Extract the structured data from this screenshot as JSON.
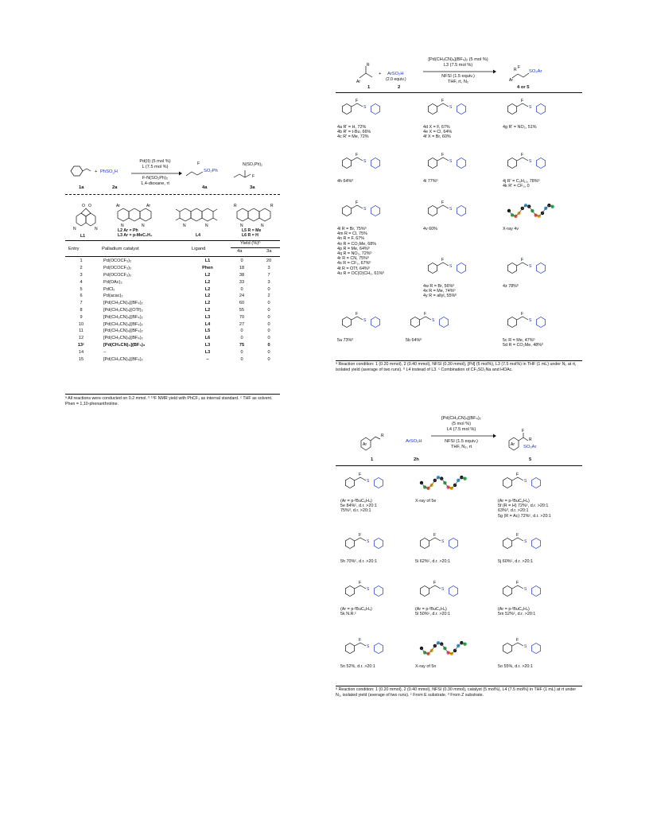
{
  "table1": {
    "reagent_ph": "PhSO",
    "reagent_ph_sub": "2",
    "reagent_ph_tail": "H",
    "label_1a": "1a",
    "label_2a": "2a",
    "label_4a": "4a",
    "label_3a": "3a",
    "cond_line1": "Pd(II) (5 mol %)",
    "cond_line2": "L (7.5 mol %)",
    "cond_line3": "F-N(SO₂Ph)₂",
    "cond_line4": "1,4-dioxane, rt",
    "prod_F": "F",
    "prod_SO2Ph": "SO₂Ph",
    "prod_3a_top": "N(SO₂Ph)₂",
    "prod_3a_F": "F",
    "ligand_labels": {
      "L1": "L1",
      "L2": "L2 Ar = Ph",
      "L3": "L3 Ar = p-MeC₆H₄",
      "L4": "L4",
      "L5": "L5 R = Me",
      "L6": "L6 R = H"
    },
    "header_entry": "Entry",
    "header_catalyst": "Palladium catalyst",
    "header_ligand": "Ligand",
    "header_yield": "Yield (%)ᵇ",
    "header_4a": "4a",
    "header_3a": "3a",
    "rows": [
      {
        "entry": "1",
        "cat": "Pd(OCOCF₃)₂",
        "lig": "L1",
        "y4a": "0",
        "y3a": "20",
        "bold": false
      },
      {
        "entry": "2",
        "cat": "Pd(OCOCF₃)₂",
        "lig": "Phen",
        "y4a": "18",
        "y3a": "3",
        "bold": false
      },
      {
        "entry": "3",
        "cat": "Pd(OCOCF₃)₂",
        "lig": "L2",
        "y4a": "38",
        "y3a": "7",
        "bold": false
      },
      {
        "entry": "4",
        "cat": "Pd(OAc)₂",
        "lig": "L2",
        "y4a": "33",
        "y3a": "3",
        "bold": false
      },
      {
        "entry": "5",
        "cat": "PdCl₂",
        "lig": "L2",
        "y4a": "0",
        "y3a": "0",
        "bold": false
      },
      {
        "entry": "6",
        "cat": "Pd(acac)₂",
        "lig": "L2",
        "y4a": "24",
        "y3a": "2",
        "bold": false
      },
      {
        "entry": "7",
        "cat": "[Pd(CH₃CN)₄](BF₄)₂",
        "lig": "L2",
        "y4a": "60",
        "y3a": "0",
        "bold": false
      },
      {
        "entry": "8",
        "cat": "[Pd(CH₃CN)₄](OTf)₂",
        "lig": "L2",
        "y4a": "55",
        "y3a": "0",
        "bold": false
      },
      {
        "entry": "9",
        "cat": "[Pd(CH₃CN)₄](BF₄)₂",
        "lig": "L3",
        "y4a": "70",
        "y3a": "0",
        "bold": false
      },
      {
        "entry": "10",
        "cat": "[Pd(CH₃CN)₄](BF₄)₂",
        "lig": "L4",
        "y4a": "27",
        "y3a": "0",
        "bold": false
      },
      {
        "entry": "11",
        "cat": "[Pd(CH₃CN)₄](BF₄)₂",
        "lig": "L5",
        "y4a": "0",
        "y3a": "0",
        "bold": false
      },
      {
        "entry": "12",
        "cat": "[Pd(CH₃CN)₄](BF₄)₂",
        "lig": "L6",
        "y4a": "0",
        "y3a": "0",
        "bold": false
      },
      {
        "entry": "13ᶜ",
        "cat": "[Pd(CH₃CN)₄](BF₄)₂",
        "lig": "L3",
        "y4a": "75",
        "y3a": "0",
        "bold": true
      },
      {
        "entry": "14",
        "cat": "–",
        "lig": "L3",
        "y4a": "0",
        "y3a": "0",
        "bold": false
      },
      {
        "entry": "15",
        "cat": "[Pd(CH₃CN)₄](BF₄)₂",
        "lig": "–",
        "y4a": "0",
        "y3a": "0",
        "bold": false
      }
    ],
    "footnote": "ᵃ All reactions were conducted on 0.2 mmol. ᵇ ¹⁹F NMR yield with PhCF₃ as internal standard. ᶜ THF as solvent. Phen = 1,10-phenanthroline."
  },
  "table2": {
    "cond_line1": "[Pd(CH₃CN)₄](BF₄)₂ (5 mol %)",
    "cond_line2": "L3 (7.5 mol %)",
    "cond_line3": "NFSI (1.5 equiv.)",
    "cond_line4": "THF, rt, N₂",
    "reagent": "ArSO₂H",
    "reagent_eq": "(2.0 equiv.)",
    "label_1": "1",
    "label_2": "2",
    "label_45": "4 or 5",
    "prod_SO2Ar": "SO₂Ar",
    "entries": [
      {
        "t": "4a R' = H, 72%\n4b R' = t-Bu, 66%\n4c R' = Me, 72%"
      },
      {
        "t": "4d X = F, 67%\n4e X = Cl, 64%\n4f X = Br, 60%"
      },
      {
        "t": "4g R' = NO₂, 51%"
      },
      {
        "t": "4h 64%ᵇ"
      },
      {
        "t": "4i 77%ᵇ"
      },
      {
        "t": "4j R' = C₆H₁₃, 78%ᵇ\n4k R' = CF₃, 0"
      },
      {
        "t": "4l R = Br, 75%ᵇ\n4m R = Cl, 75%\n4n R = F, 67%\n4o R = CO₂Me, 68%\n4p R = Me, 64%ᵇ\n4q R = NO₂, 72%ᵇ\n4r R = CN, 75%ᵇ\n4s R = CF₃, 67%ᵇ\n4t R = OTf, 64%ᵇ\n4u R = OC(O)CH₃, 61%ᵇ"
      },
      {
        "t": "4v 60%"
      },
      {
        "t": "X-ray 4v"
      },
      {
        "t": "4w R = Br, 56%ᵇ\n4x R = Me, 74%ᵇ\n4y R = allyl, 55%ᵇ"
      },
      {
        "t": "4z 78%ᵇ"
      },
      {
        "t": "5a 73%ᵇ"
      },
      {
        "t": "5b 64%ᵇ"
      },
      {
        "t": "5c R = Me, 47%ᵇ\n5d R = CO₂Me, 48%ᵇ"
      }
    ],
    "footnote": "ᵃ Reaction condition: 1 (0.20 mmol), 2 (0.40 mmol), NFSI (0.30 mmol), [Pd] (5 mol%), L3 (7.5 mol%) in THF (1 mL) under N₂ at rt, isolated yield (average of two runs). ᵇ L4 instead of L3. ᶜ Combination of CF₃SO₂Na and HOAc."
  },
  "table3": {
    "cond_line1": "[Pd(CH₃CN)₄](BF₄)₂",
    "cond_line2": "(5 mol %)",
    "cond_line3": "L4 (7.5 mol %)",
    "cond_line4": "NFSI (1.5 equiv.)",
    "cond_line5": "THF, N₂, rt",
    "reagent": "ArSO₂H",
    "label_1": "1",
    "label_2h": "2h",
    "label_5": "5",
    "entries": [
      {
        "t": "(Ar = p-ᵗBuC₆H₄)\n5e 84%ᶜ, d.r. >20:1\n75%ᵈ, d.r. >20:1"
      },
      {
        "t": "X-ray of 5e"
      },
      {
        "t": "(Ar = p-ᵗBuC₆H₄)\n5f (R = H) 72%ᶜ, d.r. >20:1\n63%ᵈ, d.r. >20:1\n5g (R = Ac) 72%ᶜ, d.r. >20:1"
      },
      {
        "t": "5h 70%ᶜ, d.r. >20:1"
      },
      {
        "t": "5i 62%ᶜ, d.r. >20:1"
      },
      {
        "t": "5j 60%ᶜ, d.r. >20:1"
      },
      {
        "t": "(Ar = p-ᵗBuC₆H₄)\n5k N.R.ᶜ"
      },
      {
        "t": "(Ar = p-ᵗBuC₆H₄)\n5l 50%ᶜ, d.r. >20:1"
      },
      {
        "t": "(Ar = p-ᵗBuC₆H₄)\n5m 52%ᶜ, d.r. >20:1"
      },
      {
        "t": "5n 52%, d.r. >20:1"
      },
      {
        "t": "X-ray of 5n"
      },
      {
        "t": "5o 55%, d.r. >20:1"
      }
    ],
    "footnote": "ᵃ Reaction condition: 1 (0.20 mmol), 2 (0.40 mmol), NFSI (0.30 mmol), catalyst (5 mol%), L4 (7.5 mol%) in THF (1 mL) at rt under N₂, isolated yield (average of two runs). ᶜ From E substrate. ᵈ From Z substrate."
  }
}
